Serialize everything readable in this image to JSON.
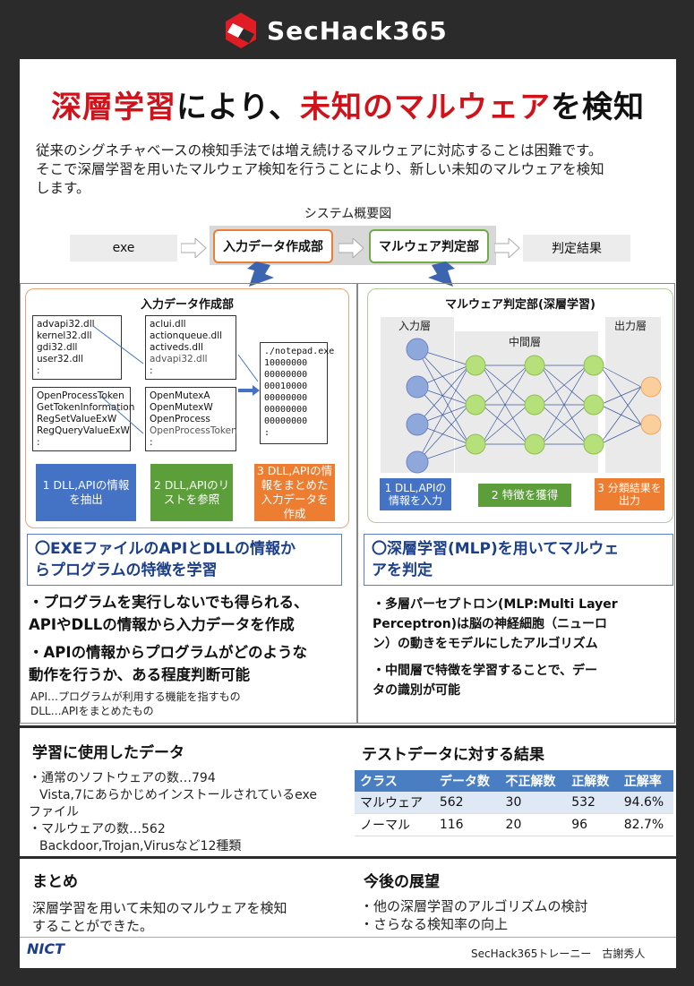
{
  "header": {
    "logo_text": "SecHack365"
  },
  "title": {
    "part1": "深層学習",
    "part2": "により、",
    "part3": "未知のマルウェア",
    "part4": "を検知"
  },
  "intro": {
    "line1": "従来のシグネチャベースの検知手法では増え続けるマルウェアに対応することは困難です。",
    "line2": "そこで深層学習を用いたマルウェア検知を行うことにより、新しい未知のマルウェアを検知",
    "line3": "します。"
  },
  "system": {
    "caption": "システム概要図",
    "exe": "exe",
    "input": "入力データ作成部",
    "malware": "マルウェア判定部",
    "result": "判定結果"
  },
  "left_panel": {
    "title": "入力データ作成部",
    "dll_list": [
      "advapi32.dll",
      "kernel32.dll",
      "gdi32.dll",
      "user32.dll",
      ":"
    ],
    "dll_list2": [
      "aclui.dll",
      "actionqueue.dll",
      "activeds.dll",
      "advapi32.dll",
      ":"
    ],
    "api_list": [
      "OpenProcessToken",
      "GetTokenInformation",
      "RegSetValueExW",
      "RegQueryValueExW",
      ":"
    ],
    "api_list2": [
      "OpenMutexA",
      "OpenMutexW",
      "OpenProcess",
      "OpenProcessToken",
      ":"
    ],
    "vector": [
      "./notepad.exe",
      "10000000",
      "00000000",
      "00010000",
      "00000000",
      "00000000",
      "00000000",
      ":"
    ],
    "step1": "1 DLL,APIの情報を抽出",
    "step2": "2 DLL,APIのリストを参照",
    "step3": "3 DLL,APIの情報をまとめた入力データを作成"
  },
  "right_panel": {
    "title": "マルウェア判定部(深層学習)",
    "input_layer": "入力層",
    "middle_layer": "中間層",
    "output_layer": "出力層",
    "step1": "1 DLL,APIの情報を入力",
    "step2": "2 特徴を獲得",
    "step3": "3 分類結果を出力"
  },
  "left_heading": {
    "line1": "〇EXEファイルのAPIとDLLの情報か",
    "line2": "らプログラムの特徴を学習"
  },
  "left_points": {
    "p1a": "・プログラムを実行しないでも得られる、",
    "p1b": "APIやDLLの情報から入力データを作成",
    "p2a": "・APIの情報からプログラムがどのような",
    "p2b": "動作を行うか、ある程度判断可能",
    "note1": "API…プログラムが利用する機能を指すもの",
    "note2": "DLL…APIをまとめたもの"
  },
  "right_heading": {
    "line1": "〇深層学習(MLP)を用いてマルウェ",
    "line2": "アを判定"
  },
  "right_points": {
    "p1a": "・多層パーセプトロン(MLP:Multi Layer",
    "p1b": "Perceptron)は脳の神経細胞（ニューロ",
    "p1c": "ン）の動きをモデルにしたアルゴリズム",
    "p2a": "・中間層で特徴を学習することで、デー",
    "p2b": "タの識別が可能"
  },
  "data_section": {
    "heading": "学習に使用したデータ",
    "l1": "・通常のソフトウェアの数…794",
    "l2": "Vista,7にあらかじめインストールされているexe",
    "l3": "ファイル",
    "l4": "・マルウェアの数…562",
    "l5": "Backdoor,Trojan,Virusなど12種類"
  },
  "result_section": {
    "heading": "テストデータに対する結果",
    "headers": [
      "クラス",
      "データ数",
      "不正解数",
      "正解数",
      "正解率"
    ],
    "rows": [
      [
        "マルウェア",
        "562",
        "30",
        "532",
        "94.6%"
      ],
      [
        "ノーマル",
        "116",
        "20",
        "96",
        "82.7%"
      ]
    ]
  },
  "summary": {
    "heading": "まとめ",
    "l1": "深層学習を用いて未知のマルウェアを検知",
    "l2": "することができた。"
  },
  "future": {
    "heading": "今後の展望",
    "l1": "・他の深層学習のアルゴリズムの検討",
    "l2": "・さらなる検知率の向上"
  },
  "footer": {
    "org": "NICT",
    "author": "SecHack365トレーニー　古謝秀人"
  },
  "colors": {
    "red": "#d0121b",
    "blue": "#4472c4",
    "green": "#5b9e3a",
    "orange": "#ed7d31"
  }
}
